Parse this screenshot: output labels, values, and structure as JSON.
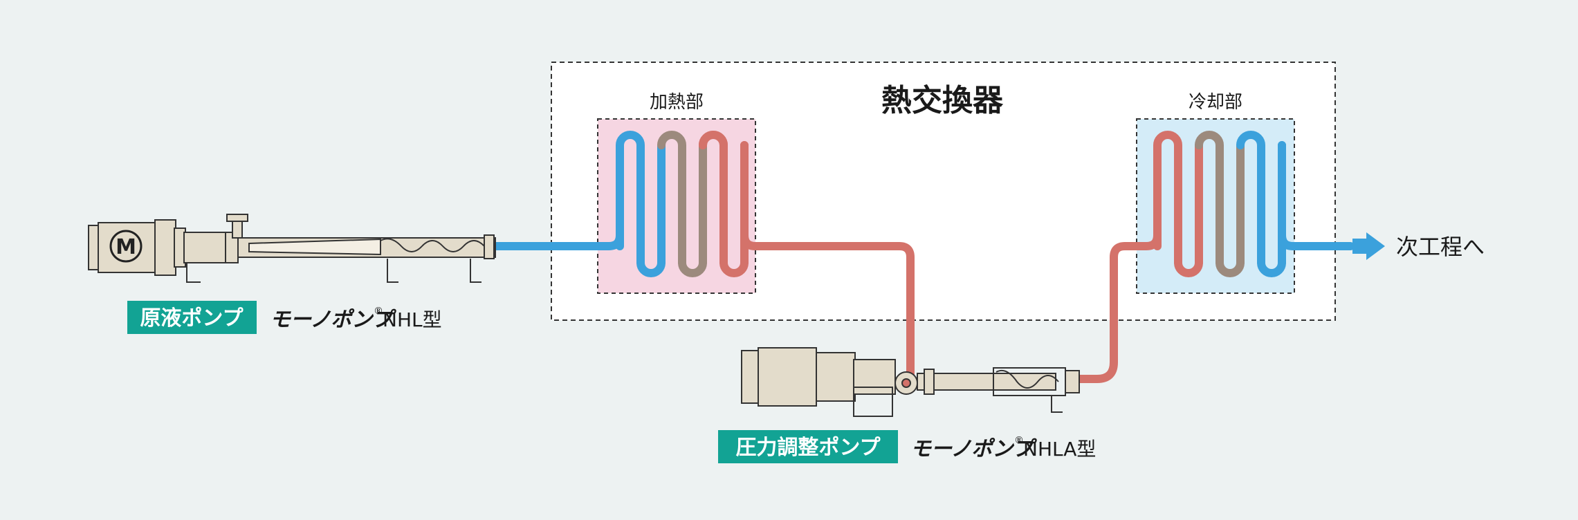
{
  "colors": {
    "background": "#edf2f2",
    "blue_pipe": "#3ba1dc",
    "red_pipe": "#d4726a",
    "brown_pipe": "#9c8a7d",
    "heating_bg": "#f6d6e2",
    "cooling_bg": "#d4ecf8",
    "pump_body": "#e3dccb",
    "badge": "#12a394"
  },
  "heat_exchanger": {
    "title": "熱交換器",
    "heating_label": "加熱部",
    "cooling_label": "冷却部"
  },
  "pump1": {
    "badge": "原液ポンプ",
    "brand": "モーノポンプ",
    "registered": "®",
    "model": "NHL型",
    "motor_letter": "M"
  },
  "pump2": {
    "badge": "圧力調整ポンプ",
    "brand": "モーノポンプ",
    "registered": "®",
    "model": "NHLA型"
  },
  "next_step": "次工程へ"
}
